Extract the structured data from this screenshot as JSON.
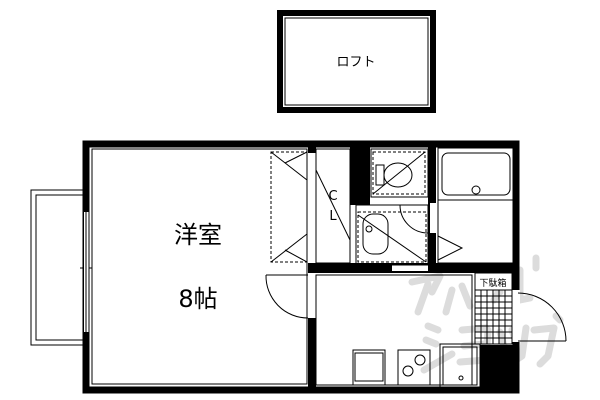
{
  "plan": {
    "loft_label": "ロフト",
    "room_label": "洋室",
    "room_size": "8帖",
    "closet_label_1": "C",
    "closet_label_2": "L",
    "shoe_box_label": "下駄箱",
    "watermark": "アパマンショップ"
  },
  "colors": {
    "line": "#000000",
    "watermark": "#d8d8d8"
  }
}
